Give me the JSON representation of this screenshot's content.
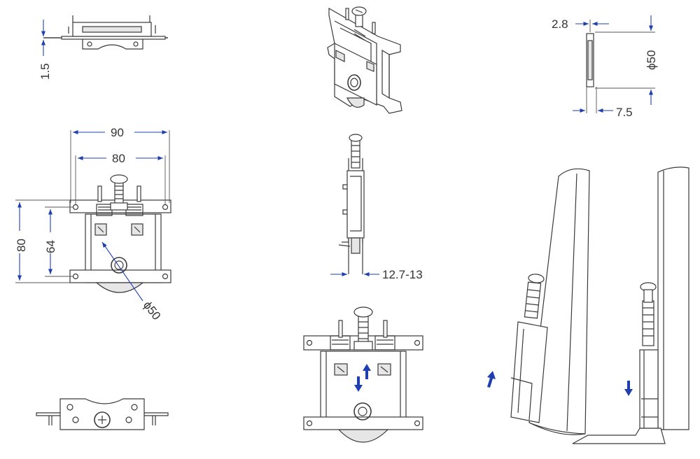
{
  "colors": {
    "dimension": "#1f3fb0",
    "line": "#3a3a3a",
    "background": "#ffffff"
  },
  "dimensions": {
    "thickness": "1.5",
    "overall_width": "90",
    "hole_spacing": "80",
    "overall_height": "80",
    "hole_height": "64",
    "wheel_diameter": "ϕ50",
    "gap": "12.7-13",
    "wheel_thickness": "2.8",
    "wheel_side_diameter": "ϕ50",
    "wheel_width": "7.5"
  },
  "icons": [
    "adjust-up-arrow",
    "adjust-down-arrow",
    "install-up-arrow",
    "install-down-arrow"
  ]
}
